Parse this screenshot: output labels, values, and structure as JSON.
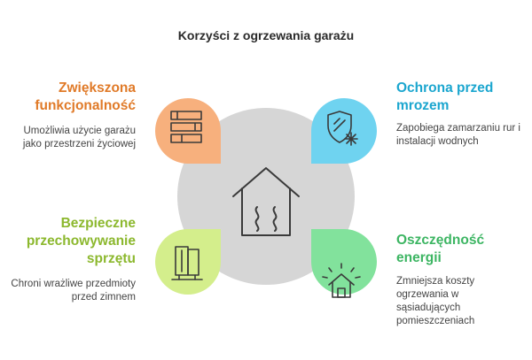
{
  "title": "Korzyści z ogrzewania garażu",
  "colors": {
    "orange": "#F7B07D",
    "orange_text": "#E07A28",
    "blue": "#6FD3F0",
    "blue_text": "#1BA6CF",
    "lime": "#D4EE8C",
    "lime_text": "#8CB82E",
    "green": "#82E29C",
    "green_text": "#3CB562",
    "center": "#D6D6D6",
    "stroke": "#3a3a3a"
  },
  "center": {
    "icon": "heated-house-icon"
  },
  "items": [
    {
      "position": "top-left",
      "heading": "Zwiększona funkcjonalność",
      "description": "Umożliwia użycie garażu jako przestrzeni życiowej",
      "icon": "layers-icon"
    },
    {
      "position": "top-right",
      "heading": "Ochrona przed mrozem",
      "description": "Zapobiega zamarzaniu rur i instalacji wodnych",
      "icon": "shield-snowflake-icon"
    },
    {
      "position": "bottom-left",
      "heading": "Bezpieczne przechowywanie sprzętu",
      "description": "Chroni wrażliwe przedmioty przed zimnem",
      "icon": "storage-cabinet-icon"
    },
    {
      "position": "bottom-right",
      "heading": "Oszczędność energii",
      "description": "Zmniejsza koszty ogrzewania w sąsiadujących pomieszczeniach",
      "icon": "sunny-house-icon"
    }
  ]
}
